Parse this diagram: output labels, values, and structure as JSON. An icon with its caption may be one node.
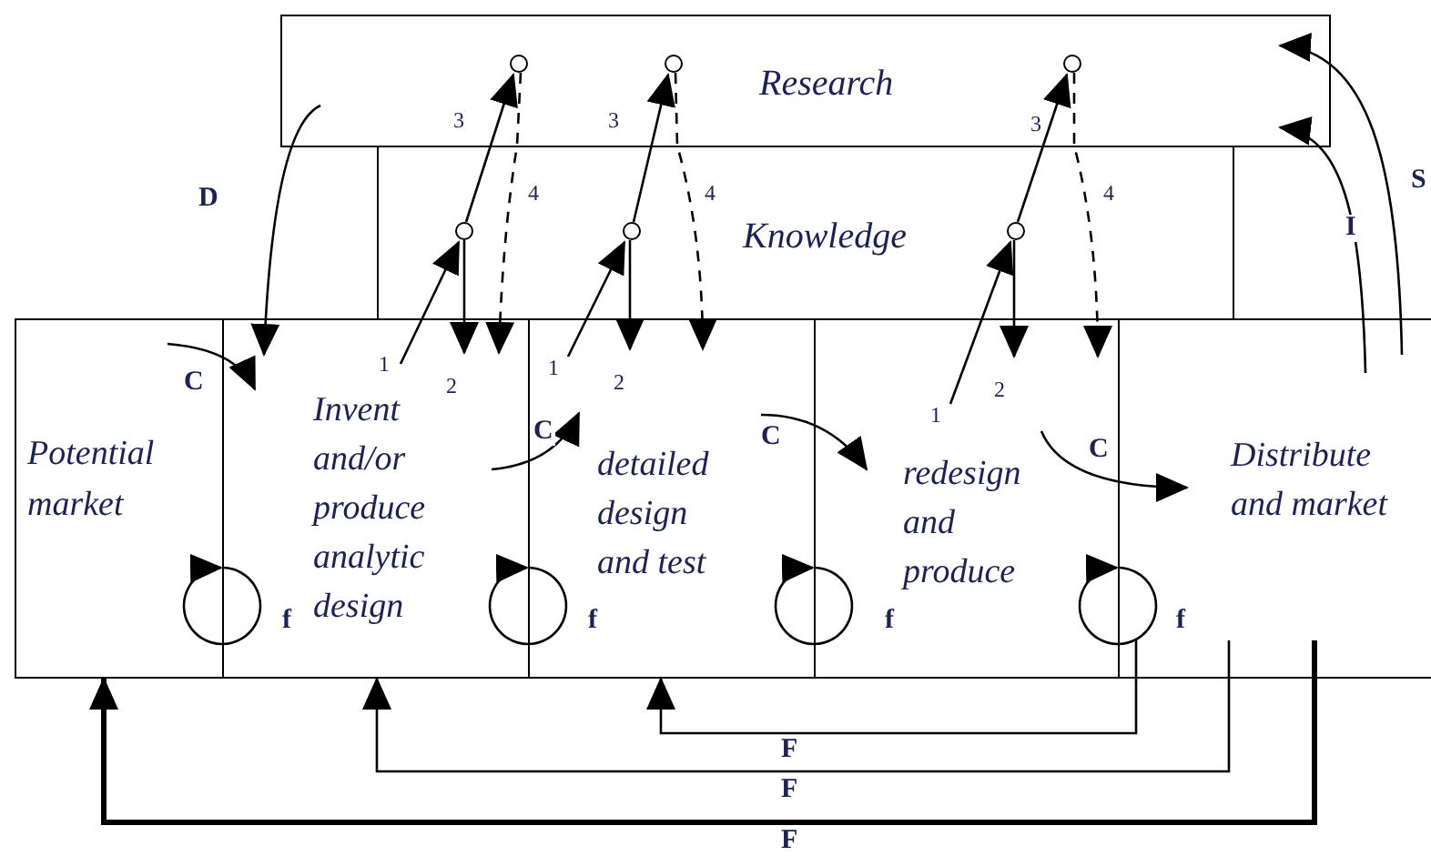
{
  "diagram": {
    "nodes": [
      {
        "text": [
          "Research"
        ]
      },
      {
        "text": [
          "Knowledge"
        ]
      },
      {
        "text": [
          "Potential market"
        ]
      },
      {
        "text": [
          "Invent and/or produce analytic design"
        ]
      },
      {
        "text": [
          "detailed design and test"
        ]
      },
      {
        "text": [
          "redesign and produce"
        ]
      },
      {
        "text": [
          "Distribute and market"
        ]
      },
      {
        "text": [],
        "shape": "circle",
        "in": 0
      },
      {
        "text": [],
        "shape": "circle",
        "in": 0
      },
      {
        "text": [],
        "shape": "circle",
        "in": 0
      },
      {
        "text": [],
        "shape": "circle",
        "in": 1
      },
      {
        "text": [],
        "shape": "circle",
        "in": 1
      },
      {
        "text": [],
        "shape": "circle",
        "in": 1
      }
    ],
    "edges": [
      {
        "from": 2,
        "to": 3,
        "arrow": "to",
        "label": "C"
      },
      {
        "from": 3,
        "to": 4,
        "arrow": "to",
        "label": "C"
      },
      {
        "from": 4,
        "to": 5,
        "arrow": "to",
        "label": "C"
      },
      {
        "from": 5,
        "to": 6,
        "arrow": "to",
        "label": "C"
      },
      {
        "from": 3,
        "to": 2,
        "arrow": "to",
        "label": "f"
      },
      {
        "from": 4,
        "to": 3,
        "arrow": "to",
        "label": "f"
      },
      {
        "from": 5,
        "to": 4,
        "arrow": "to",
        "label": "f"
      },
      {
        "from": 6,
        "to": 5,
        "arrow": "to",
        "label": "f"
      },
      {
        "from": 3,
        "to": 10,
        "arrow": "to",
        "label": "1"
      },
      {
        "from": 10,
        "to": 3,
        "arrow": "to",
        "label": "2"
      },
      {
        "from": 10,
        "to": 7,
        "arrow": "to",
        "label": "3"
      },
      {
        "from": 7,
        "to": 3,
        "arrow": "to",
        "label": "4",
        "style": "dashed"
      },
      {
        "from": 4,
        "to": 11,
        "arrow": "to",
        "label": "1"
      },
      {
        "from": 11,
        "to": 4,
        "arrow": "to",
        "label": "2"
      },
      {
        "from": 11,
        "to": 8,
        "arrow": "to",
        "label": "3"
      },
      {
        "from": 8,
        "to": 4,
        "arrow": "to",
        "label": "4",
        "style": "dashed"
      },
      {
        "from": 5,
        "to": 12,
        "arrow": "to",
        "label": "1"
      },
      {
        "from": 12,
        "to": 5,
        "arrow": "to",
        "label": "2"
      },
      {
        "from": 12,
        "to": 9,
        "arrow": "to",
        "label": "3"
      },
      {
        "from": 9,
        "to": 5,
        "arrow": "to",
        "label": "4",
        "style": "dashed"
      },
      {
        "from": 0,
        "to": 3,
        "arrow": "to",
        "label": "D"
      },
      {
        "from": 6,
        "to": 4,
        "arrow": "to",
        "label": "F"
      },
      {
        "from": 6,
        "to": 3,
        "arrow": "to",
        "label": "F"
      },
      {
        "from": 6,
        "to": 2,
        "arrow": "to",
        "label": "F",
        "style": "thick"
      },
      {
        "from": 6,
        "to": 0,
        "arrow": "to",
        "label": "I"
      },
      {
        "from": 6,
        "to": 0,
        "arrow": "to",
        "label": "S"
      }
    ]
  }
}
